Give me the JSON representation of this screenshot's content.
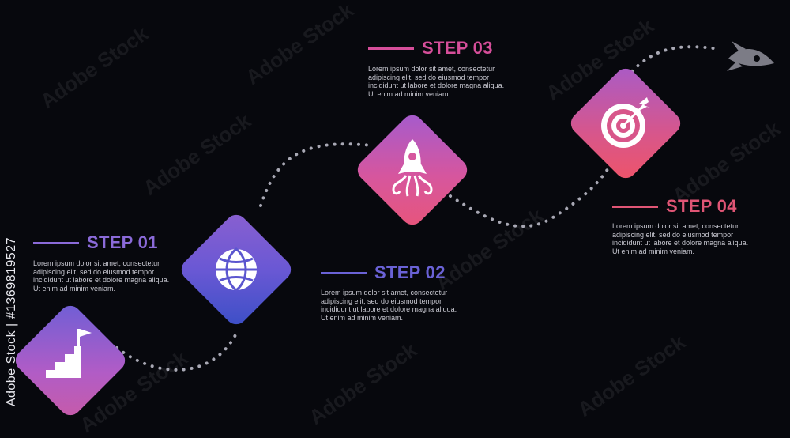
{
  "steps": [
    {
      "title": "STEP 01",
      "body": "Lorem ipsum dolor sit amet, consectetur adipiscing elit, sed do eiusmod tempor incididunt ut labore et dolore magna aliqua. Ut enim ad minim veniam.",
      "icon": "stairs-flag-icon",
      "color": "#8a6ad8"
    },
    {
      "title": "STEP 02",
      "body": "Lorem ipsum dolor sit amet, consectetur adipiscing elit, sed do eiusmod tempor incididunt ut labore et dolore magna aliqua. Ut enim ad minim veniam.",
      "icon": "globe-icon",
      "color": "#6a62d6"
    },
    {
      "title": "STEP 03",
      "body": "Lorem ipsum dolor sit amet, consectetur adipiscing elit, sed do eiusmod tempor incididunt ut labore et dolore magna aliqua. Ut enim ad minim veniam.",
      "icon": "rocket-icon",
      "color": "#d64e9a"
    },
    {
      "title": "STEP 04",
      "body": "Lorem ipsum dolor sit amet, consectetur adipiscing elit, sed do eiusmod tempor incididunt ut labore et dolore magna aliqua. Ut enim ad minim veniam.",
      "icon": "target-icon",
      "color": "#e05575"
    }
  ],
  "watermark": {
    "text": "Adobe Stock",
    "id": "Adobe Stock | #1369819527"
  },
  "decor": {
    "end_icon": "rocket-icon",
    "background": "#07080d"
  }
}
